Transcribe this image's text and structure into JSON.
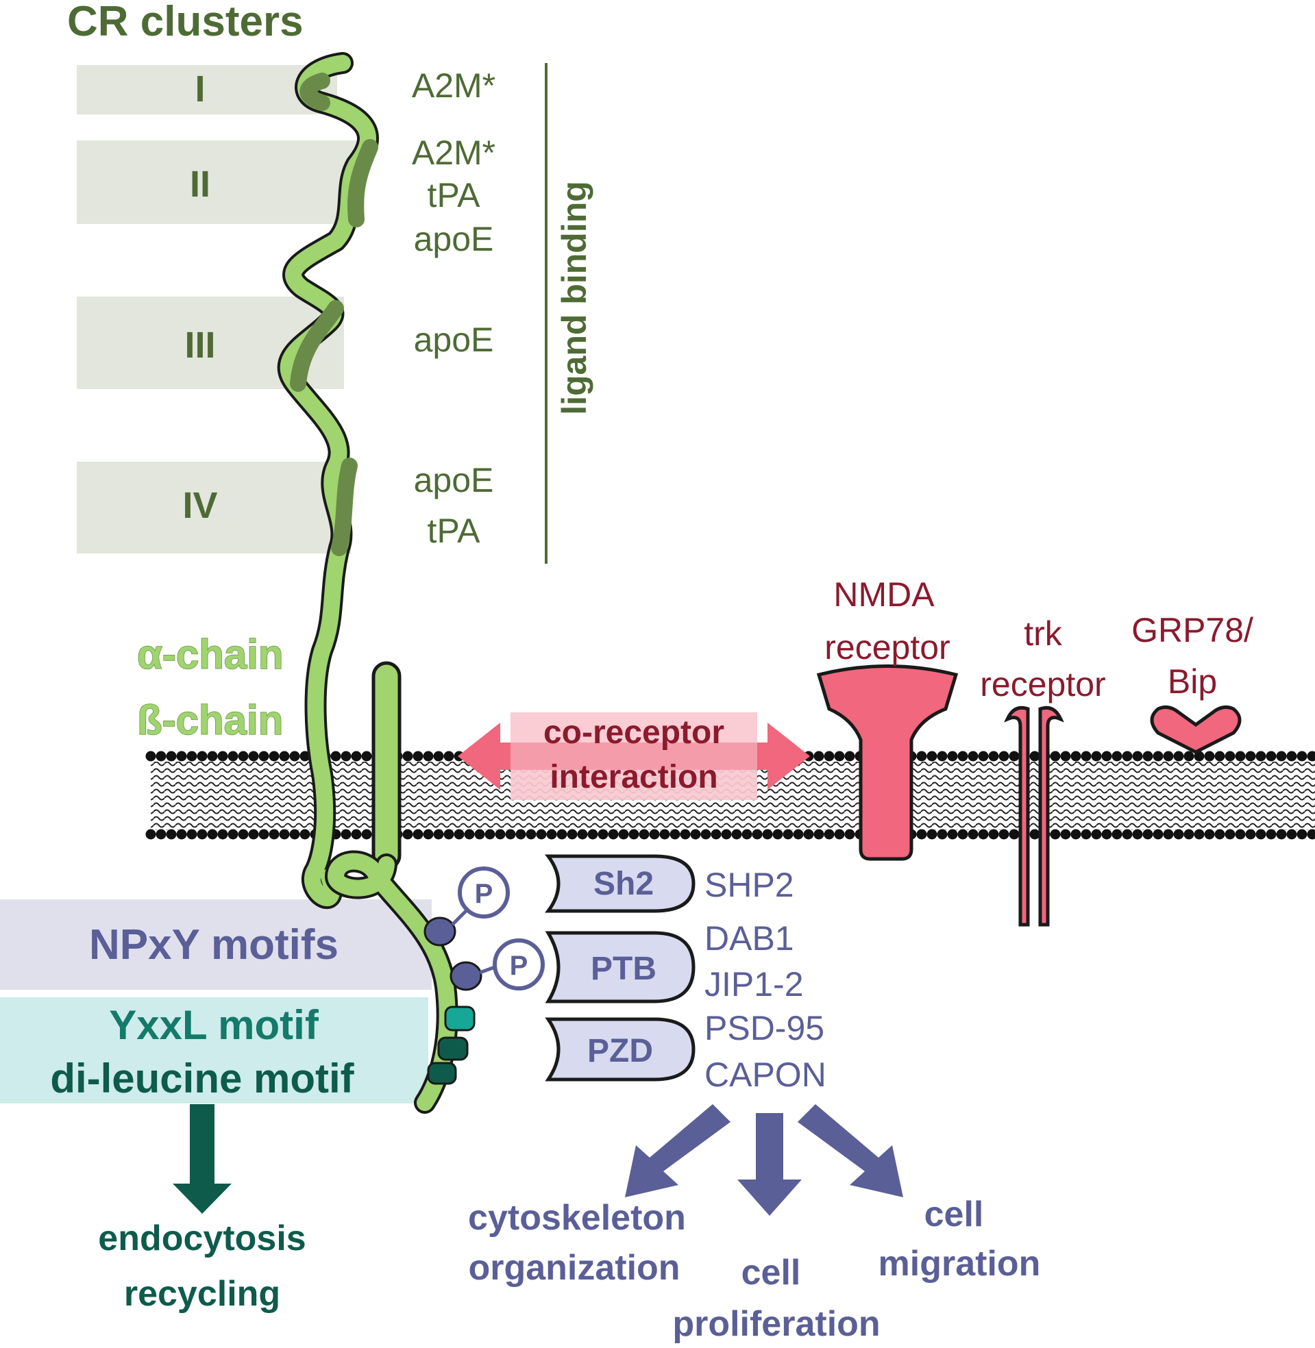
{
  "title": "CR clusters",
  "clusters": [
    {
      "numeral": "I",
      "ligands": [
        "A2M*"
      ]
    },
    {
      "numeral": "II",
      "ligands": [
        "A2M*",
        "tPA",
        "apoE"
      ]
    },
    {
      "numeral": "III",
      "ligands": [
        "apoE"
      ]
    },
    {
      "numeral": "IV",
      "ligands": [
        "apoE",
        "tPA"
      ]
    }
  ],
  "ligand_binding_label": "ligand binding",
  "alpha_chain_label": "α-chain",
  "beta_chain_label": "ß-chain",
  "coreceptor": {
    "line1": "co-receptor",
    "line2": "interaction"
  },
  "receptors": {
    "nmda": {
      "line1": "NMDA",
      "line2": "receptor"
    },
    "trk": {
      "line1": "trk",
      "line2": "receptor"
    },
    "grp": {
      "line1": "GRP78/",
      "line2": "Bip"
    }
  },
  "phospho_label": "P",
  "motifs": {
    "npxy": "NPxY motifs",
    "yxxl": "YxxL motif",
    "dileucine": "di-leucine motif"
  },
  "domains": [
    {
      "label": "Sh2",
      "partners": [
        "SHP2"
      ]
    },
    {
      "label": "PTB",
      "partners": [
        "DAB1",
        "JIP1-2"
      ]
    },
    {
      "label": "PZD",
      "partners": [
        "PSD-95",
        "CAPON"
      ]
    }
  ],
  "endocytosis": {
    "line1": "endocytosis",
    "line2": "recycling"
  },
  "outcomes": {
    "cytoskeleton": {
      "line1": "cytoskeleton",
      "line2": "organization"
    },
    "proliferation": {
      "line1": "cell",
      "line2": "proliferation"
    },
    "migration": {
      "line1": "cell",
      "line2": "migration"
    }
  },
  "colors": {
    "dark_green": "#4e6b35",
    "light_green": "#9fd46e",
    "receptor_red": "#f0677e",
    "domain_blue": "#5a5f97",
    "teal": "#0e5b4c"
  }
}
